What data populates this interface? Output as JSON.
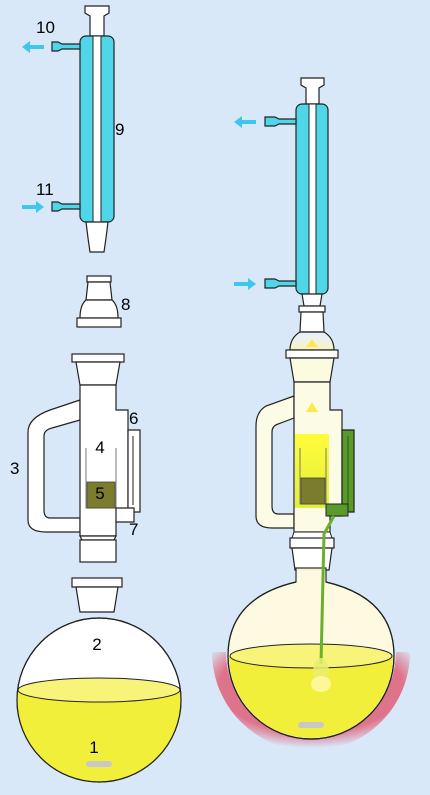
{
  "colors": {
    "background": "#d9e8f8",
    "glass": "#ffffff",
    "coolant": "#4fd6e8",
    "coolant_arrow": "#3fc6ec",
    "solvent": "#f2ef3a",
    "solid_sample": "#7c7d2c",
    "extract_green": "#5a9a2a",
    "heating_mantle": "#e0506a",
    "vapor": "#ffe94a",
    "boiling_chip": "#c8c8c8"
  },
  "labels": {
    "l1": "1",
    "l2": "2",
    "l3": "3",
    "l4": "4",
    "l5": "5",
    "l6": "6",
    "l7": "7",
    "l8": "8",
    "l9": "9",
    "l10": "10",
    "l11": "11"
  },
  "icons": {
    "coolant_out": "arrow-left-icon",
    "coolant_in": "arrow-right-icon",
    "vapor_rise": "arrow-up-icon"
  }
}
